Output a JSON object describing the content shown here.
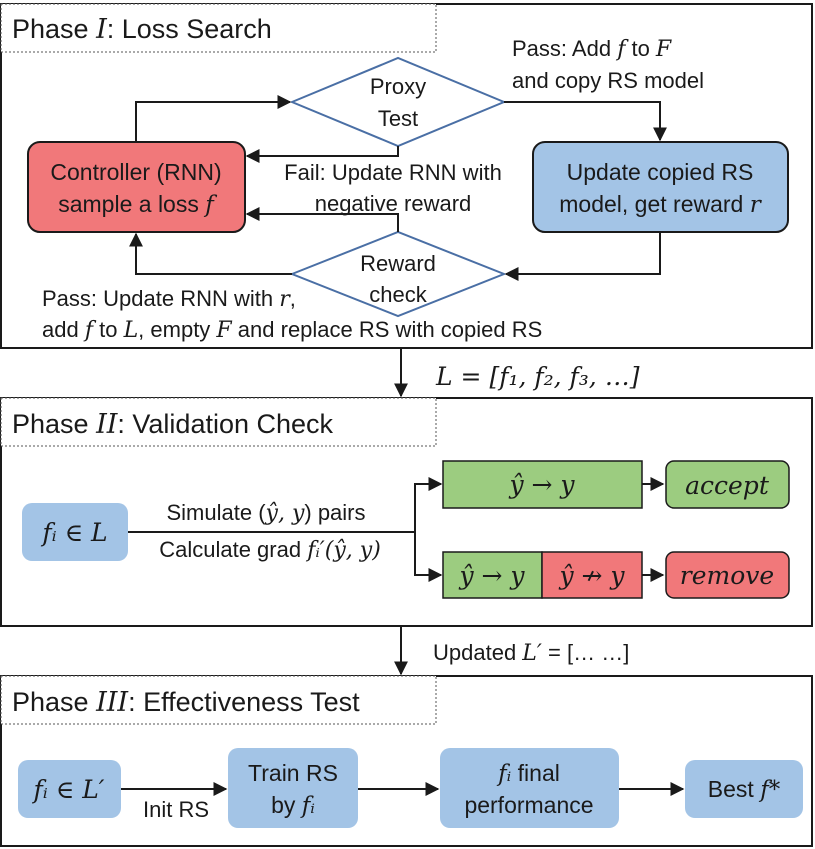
{
  "phase1": {
    "title_pre": "Phase ",
    "title_num": "I",
    "title_post": ": Loss Search",
    "proxy_test": [
      "Proxy",
      "Test"
    ],
    "reward_check": [
      "Reward",
      "check"
    ],
    "controller": {
      "line1": "Controller (RNN)",
      "line2_pre": "sample a loss ",
      "line2_var": "f"
    },
    "update_box": {
      "line1": "Update copied RS",
      "line2_pre": "model, get reward ",
      "line2_var": "r"
    },
    "pass_add": {
      "line1_pre": "Pass: Add ",
      "var_f": "f",
      "mid": " to ",
      "var_F": "F",
      "line2": "and copy RS model"
    },
    "fail_text": {
      "line1": "Fail: Update RNN with",
      "line2": "negative reward"
    },
    "pass_update": {
      "l1_pre": "Pass: Update RNN with ",
      "l1_var": "r",
      "l1_post": ",",
      "l2_a": "add ",
      "l2_f": "f",
      "l2_b": " to ",
      "l2_L": "L",
      "l2_c": ", empty ",
      "l2_F": "F",
      "l2_d": " and replace RS with copied RS"
    }
  },
  "between12": "L = [f₁, f₂, f₃, …]",
  "phase2": {
    "title_pre": "Phase ",
    "title_num": "II",
    "title_post": ": Validation Check",
    "input_box": "fᵢ ∈ L",
    "simulate": {
      "pre": "Simulate (",
      "math": "ŷ, y",
      "post": ") pairs"
    },
    "calculate": {
      "pre": "Calculate grad ",
      "math": "fᵢ′(ŷ, y)"
    },
    "top_green": "ŷ → y",
    "bottom_green": "ŷ → y",
    "bottom_red": "ŷ ↛ y",
    "accept": "accept",
    "remove": "remove"
  },
  "between23": {
    "pre": "Updated ",
    "math": "L′",
    "post": " = [… …]"
  },
  "phase3": {
    "title_pre": "Phase ",
    "title_num": "III",
    "title_post": ": Effectiveness Test",
    "input_box": "fᵢ ∈ L′",
    "init_rs": "Init RS",
    "train": {
      "line1": "Train RS",
      "line2_pre": "by ",
      "line2_math": "fᵢ"
    },
    "final": {
      "line1_math": "fᵢ",
      "line1_post": " final",
      "line2": "performance"
    },
    "best": {
      "pre": "Best ",
      "math": "f*"
    }
  },
  "colors": {
    "red": "#f1787a",
    "blue": "#a3c4e6",
    "green": "#9ccc80",
    "diamond_stroke": "#4a6fa5",
    "text": "#1a1a1a"
  }
}
